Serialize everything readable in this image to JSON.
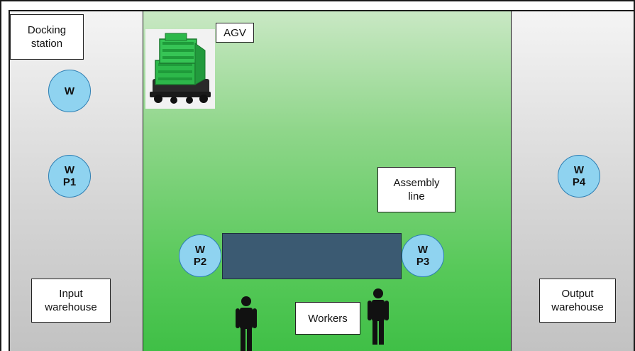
{
  "labels": {
    "docking_station": "Docking\nstation",
    "agv": "AGV",
    "assembly_line": "Assembly\nline",
    "input_warehouse": "Input\nwarehouse",
    "output_warehouse": "Output\nwarehouse",
    "workers": "Workers"
  },
  "waypoints": {
    "w": "W",
    "wp1": "W\nP1",
    "wp2": "W\nP2",
    "wp3": "W\nP3",
    "wp4": "W\nP4"
  },
  "colors": {
    "waypoint_fill": "#8fd3f0",
    "waypoint_stroke": "#2e7fb3",
    "work_area": "#58c95a",
    "warehouse_area": "#d6d6d6",
    "assembly_line": "#3b5a72",
    "agv_body": "#2db84a",
    "worker": "#111111"
  },
  "icons": {
    "agv": "agv-robot-icon",
    "worker": "worker-person-icon"
  }
}
